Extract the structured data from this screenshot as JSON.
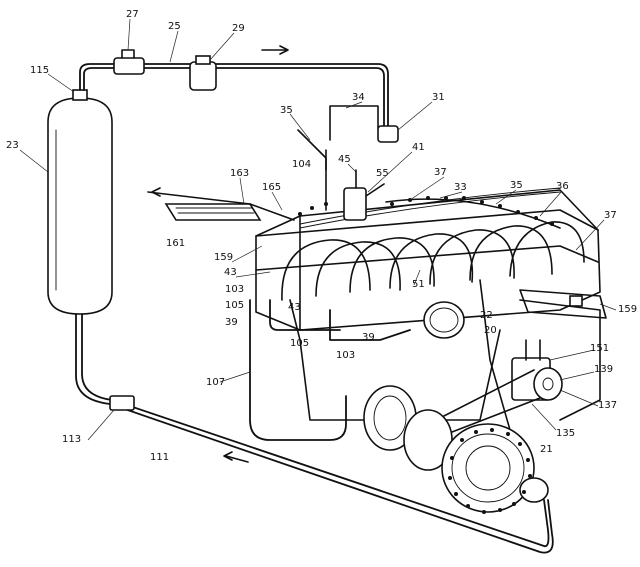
{
  "diagram": {
    "reference_numerals": [
      "27",
      "25",
      "29",
      "115",
      "23",
      "34",
      "31",
      "35",
      "104",
      "45",
      "41",
      "55",
      "37",
      "33",
      "35",
      "36",
      "163",
      "165",
      "161",
      "37",
      "159",
      "43",
      "51",
      "43",
      "103",
      "105",
      "39",
      "22",
      "20",
      "159",
      "105",
      "103",
      "39",
      "107",
      "151",
      "139",
      "137",
      "113",
      "135",
      "21",
      "111"
    ],
    "colors": {
      "ink": "#111111",
      "paper": "#ffffff"
    }
  }
}
